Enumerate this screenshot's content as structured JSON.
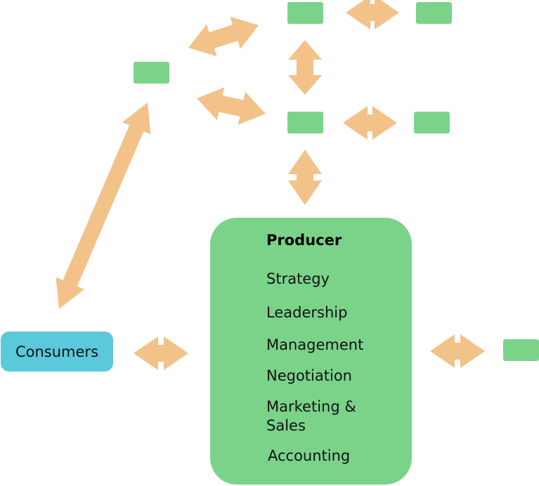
{
  "colors": {
    "node_green": "#7bd389",
    "consumer_blue": "#5bc8dc",
    "arrow_orange": "#f2c289"
  },
  "producer": {
    "title": "Producer",
    "items": [
      "Strategy",
      "Leadership",
      "Management",
      "Negotiation",
      "Marketing & Sales",
      "Accounting"
    ]
  },
  "consumers": {
    "label": "Consumers"
  }
}
